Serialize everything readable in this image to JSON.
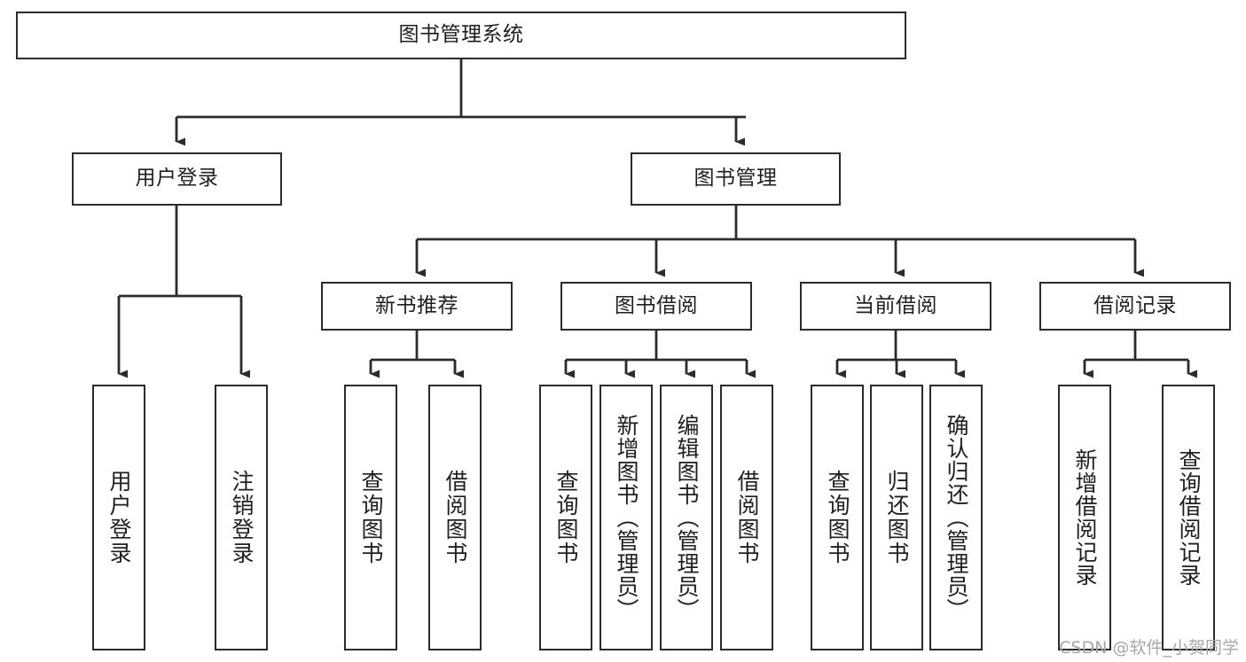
{
  "diagram": {
    "title": "图书管理系统",
    "type": "tree-hierarchy",
    "watermark": "CSDN @软件_小贺同学",
    "colors": {
      "background": "#ffffff",
      "box_border": "#2b2b2b",
      "box_fill": "#ffffff",
      "connector": "#2b2b2b",
      "text": "#1f1f1f",
      "watermark": "#a7a7a7"
    },
    "nodes": {
      "root": {
        "label": "图书管理系统"
      },
      "level2": [
        {
          "id": "user-login",
          "label": "用户登录"
        },
        {
          "id": "book-management",
          "label": "图书管理"
        }
      ],
      "level3": [
        {
          "id": "new-book-recommend",
          "label": "新书推荐"
        },
        {
          "id": "book-borrow",
          "label": "图书借阅"
        },
        {
          "id": "current-borrow",
          "label": "当前借阅"
        },
        {
          "id": "borrow-record",
          "label": "借阅记录"
        }
      ],
      "leaves": {
        "user-login": [
          {
            "id": "leaf-user-login",
            "label": "用户登录"
          },
          {
            "id": "leaf-user-logout",
            "label": "注销登录"
          }
        ],
        "new-book-recommend": [
          {
            "id": "leaf-query-book-1",
            "label": "查询图书"
          },
          {
            "id": "leaf-borrow-book-1",
            "label": "借阅图书"
          }
        ],
        "book-borrow": [
          {
            "id": "leaf-query-book-2",
            "label": "查询图书"
          },
          {
            "id": "leaf-add-book",
            "label": "新增图书（管理员）"
          },
          {
            "id": "leaf-edit-book",
            "label": "编辑图书（管理员）"
          },
          {
            "id": "leaf-borrow-book-2",
            "label": "借阅图书"
          }
        ],
        "current-borrow": [
          {
            "id": "leaf-query-book-3",
            "label": "查询图书"
          },
          {
            "id": "leaf-return-book",
            "label": "归还图书"
          },
          {
            "id": "leaf-confirm-return",
            "label": "确认归还（管理员）"
          }
        ],
        "borrow-record": [
          {
            "id": "leaf-add-record",
            "label": "新增借阅记录"
          },
          {
            "id": "leaf-query-record",
            "label": "查询借阅记录"
          }
        ]
      }
    }
  }
}
